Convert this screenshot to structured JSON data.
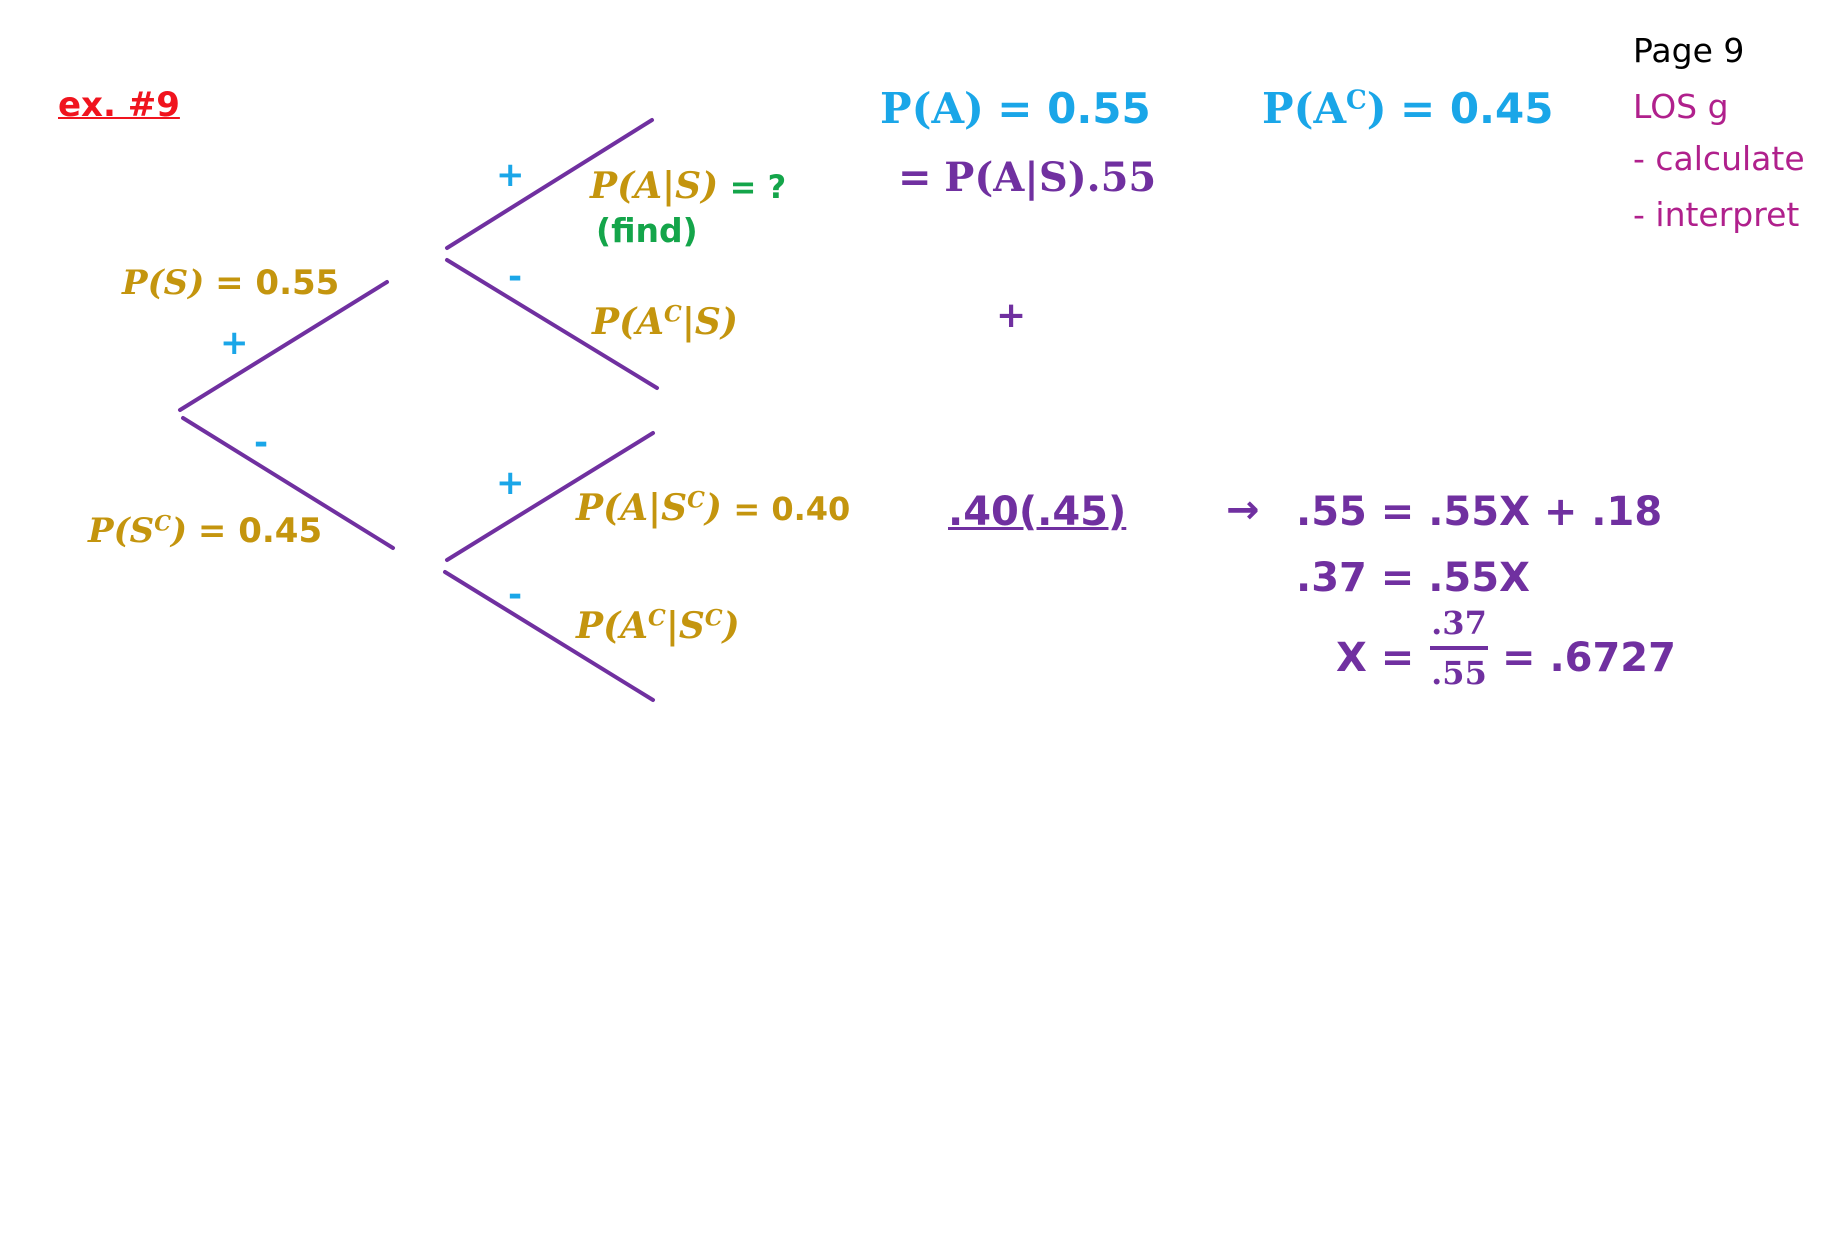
{
  "example_label": "ex. #9",
  "page_info": {
    "page": "Page 9",
    "los": "LOS g",
    "items": [
      "- calculate",
      "- interpret"
    ]
  },
  "colors": {
    "branch": "#7030A0",
    "tree_label": "#C4950E",
    "sign": "#1AA6E8",
    "work": "#7030A0",
    "find": "#14A54A",
    "example": "#F0141E",
    "los": "#B0208C"
  },
  "tree": {
    "root_upper": {
      "text": "P(S)",
      "value": "= 0.55",
      "sign": "+"
    },
    "root_lower": {
      "base": "P(S",
      "sup": "C",
      "close": ")",
      "value": "= 0.45",
      "sign": "-"
    },
    "upper_plus": {
      "text": "P(A|S)",
      "value": "= ?",
      "note": "(find)",
      "sign": "+"
    },
    "upper_minus": {
      "base": "P(A",
      "sup": "C",
      "mid": "|S)",
      "sign": "-"
    },
    "lower_plus": {
      "base": "P(A|S",
      "sup": "C",
      "close": ")",
      "value": "= 0.40",
      "sign": "+"
    },
    "lower_minus": {
      "base": "P(A",
      "sup": "C",
      "mid": "|S",
      "sup2": "C",
      "close": ")",
      "sign": "-"
    }
  },
  "header": {
    "pa_label": "P(A)",
    "pa_value": "= 0.55",
    "pac_base": "P(A",
    "pac_sup": "C",
    "pac_close": ")",
    "pac_value": "= 0.45"
  },
  "work": {
    "line1_eq": "=",
    "line1_expr": "P(A|S).55",
    "plus": "+",
    "line2": ".40(.45)",
    "arrow": "→",
    "eq1": ".55 = .55X + .18",
    "eq2": ".37 = .55X",
    "eq3_lhs": "X =",
    "frac_num": ".37",
    "frac_den": ".55",
    "eq3_rhs": "= .6727"
  }
}
